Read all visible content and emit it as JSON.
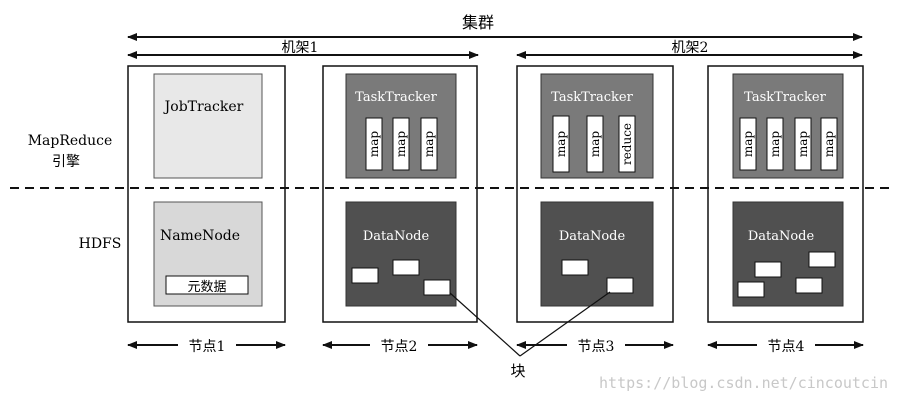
{
  "cluster": {
    "label": "集群"
  },
  "racks": [
    {
      "label": "机架1"
    },
    {
      "label": "机架2"
    }
  ],
  "layers": {
    "mapreduce_line1": "MapReduce",
    "mapreduce_line2": "引擎",
    "hdfs": "HDFS"
  },
  "nodes": [
    {
      "label": "节点1",
      "top_title": "JobTracker",
      "bottom_title": "NameNode",
      "metadata_label": "元数据",
      "tasks": []
    },
    {
      "label": "节点2",
      "top_title": "TaskTracker",
      "bottom_title": "DataNode",
      "tasks": [
        "map",
        "map",
        "map"
      ]
    },
    {
      "label": "节点3",
      "top_title": "TaskTracker",
      "bottom_title": "DataNode",
      "tasks": [
        "map",
        "map",
        "reduce"
      ]
    },
    {
      "label": "节点4",
      "top_title": "TaskTracker",
      "bottom_title": "DataNode",
      "tasks": [
        "map",
        "map",
        "map",
        "map"
      ]
    }
  ],
  "block_label": "块",
  "watermark": "https://blog.csdn.net/cincoutcin",
  "colors": {
    "jobtracker_fill": "#e8e8e8",
    "namenode_fill": "#d8d8d8",
    "tasktracker_fill": "#7a7a7a",
    "datanode_fill": "#505050",
    "line": "#111111",
    "watermark": "#c8c8c8"
  }
}
